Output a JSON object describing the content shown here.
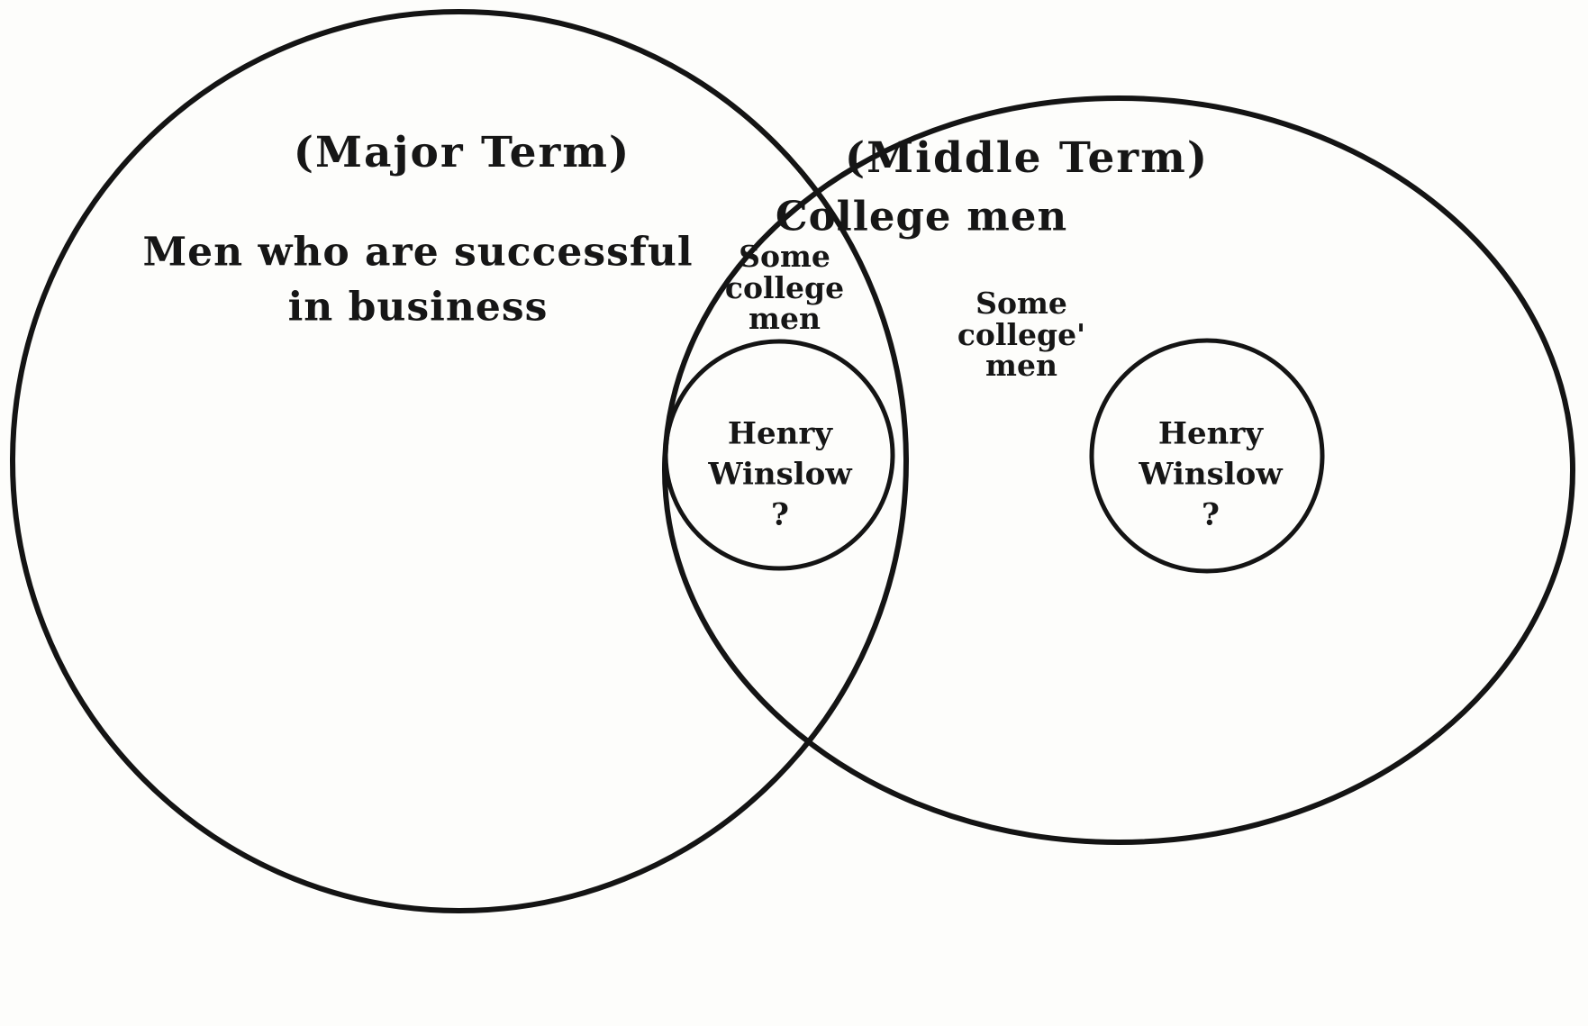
{
  "diagram": {
    "major": {
      "term": "(Major Term)",
      "label": "Men who are successful\nin business"
    },
    "middle": {
      "term": "(Middle Term)",
      "label": "College men"
    },
    "overlap_region": {
      "label": "Some\ncollege\nmen",
      "inner_label": "Henry\nWinslow\n?"
    },
    "right_region": {
      "label": "Some\ncollege'\nmen",
      "inner_label": "Henry\nWinslow\n?"
    },
    "colors": {
      "ink": "#141414",
      "paper": "#fdfdfb"
    }
  }
}
